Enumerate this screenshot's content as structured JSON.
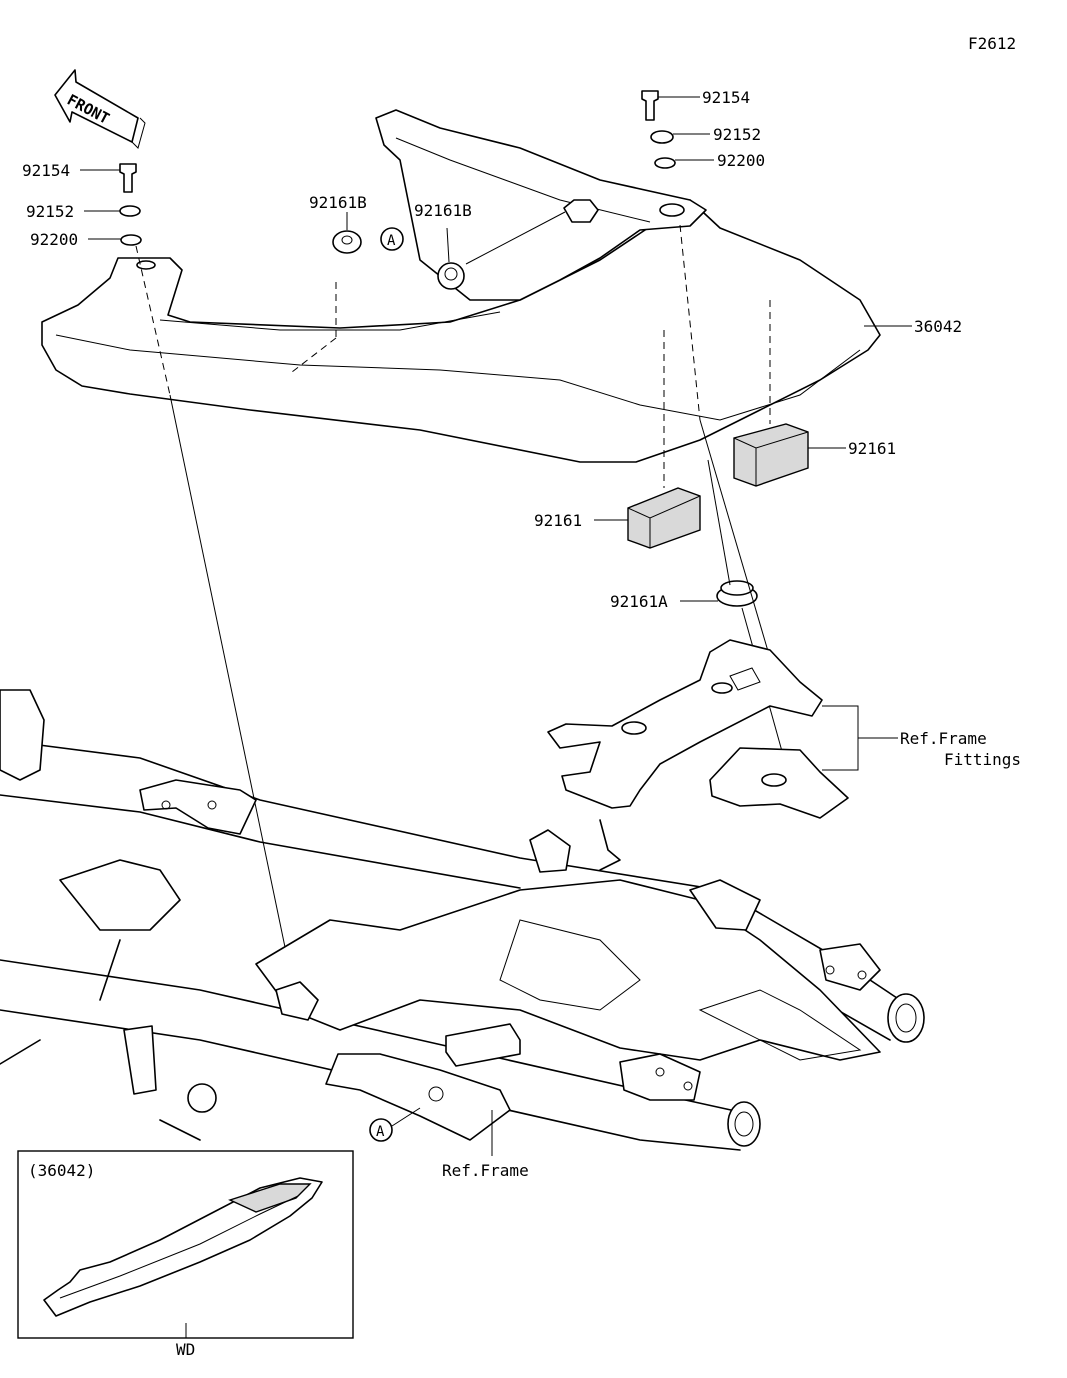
{
  "figure_code": "F2612",
  "front_badge": "FRONT",
  "part_labels": {
    "bolt_left": "92154",
    "washer_left": "92152",
    "collar_left": "92200",
    "bolt_right": "92154",
    "washer_right": "92152",
    "collar_right": "92200",
    "grommet_b_left": "92161B",
    "grommet_b_right": "92161B",
    "cover": "36042",
    "damper_upper": "92161",
    "damper_lower": "92161",
    "grommet_a": "92161A"
  },
  "ref_frame_fittings": [
    "Ref.Frame",
    "Fittings"
  ],
  "ref_frame": "Ref.Frame",
  "marker_a": "A",
  "inset": {
    "part_number": "(36042)",
    "variant": "WD"
  }
}
